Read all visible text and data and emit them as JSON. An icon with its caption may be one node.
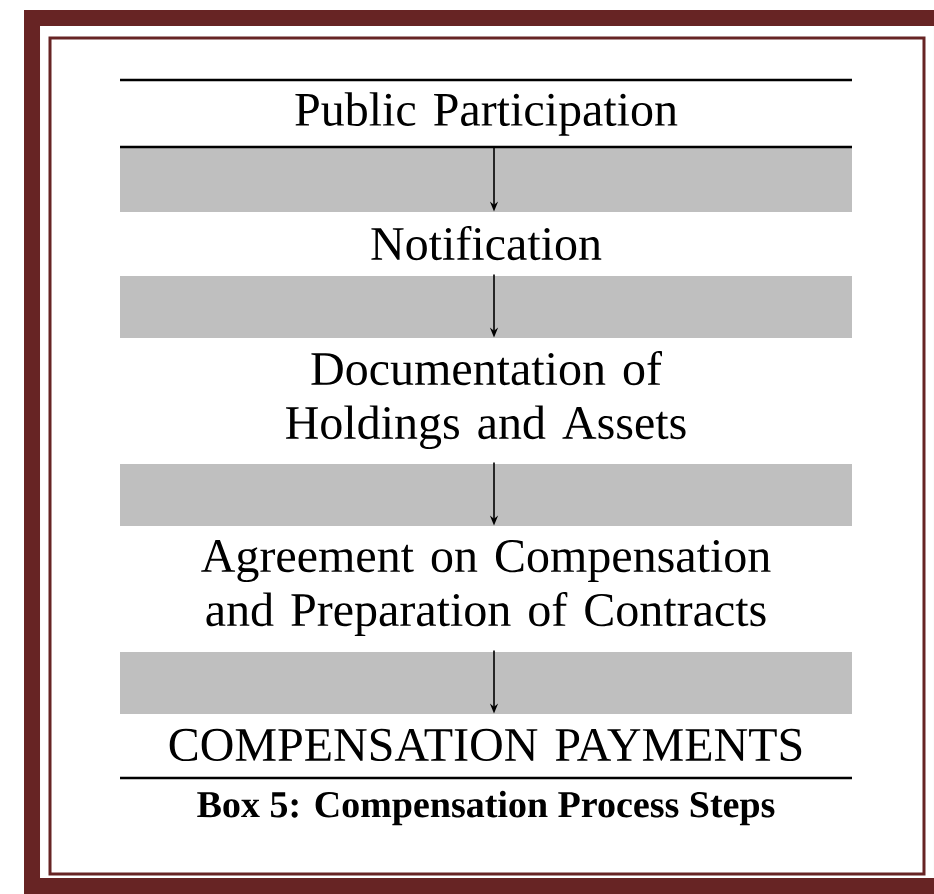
{
  "diagram": {
    "caption": "Box 5: Compensation Process Steps",
    "nodes": [
      {
        "text": [
          "Public Participation"
        ]
      },
      {
        "text": [
          "Notification"
        ]
      },
      {
        "text": [
          "Documentation of Holdings and Assets"
        ]
      },
      {
        "text": [
          "Agreement on Compensation and Preparation of Contracts"
        ]
      },
      {
        "text": [
          "COMPENSATION PAYMENTS"
        ]
      }
    ],
    "edges": [
      {
        "from": 0,
        "to": 1,
        "arrow": "to"
      },
      {
        "from": 1,
        "to": 2,
        "arrow": "to"
      },
      {
        "from": 2,
        "to": 3,
        "arrow": "to"
      },
      {
        "from": 3,
        "to": 4,
        "arrow": "to"
      }
    ]
  }
}
